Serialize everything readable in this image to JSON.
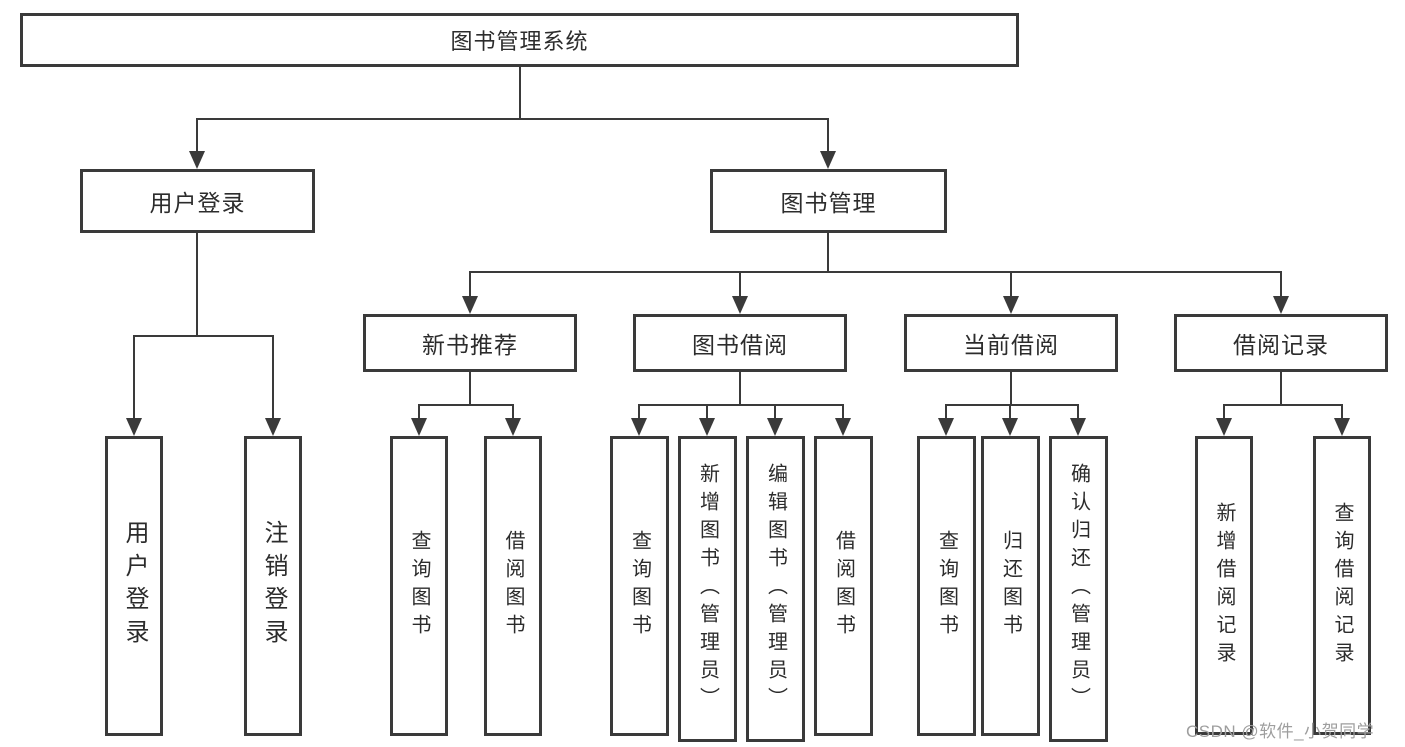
{
  "colors": {
    "line": "#3a3a3a",
    "text": "#2c2c2c",
    "watermark": "#9e9e9e",
    "background": "#ffffff"
  },
  "root": {
    "label": "图书管理系统"
  },
  "level2": [
    {
      "label": "用户登录"
    },
    {
      "label": "图书管理"
    }
  ],
  "level3": [
    {
      "label": "新书推荐"
    },
    {
      "label": "图书借阅"
    },
    {
      "label": "当前借阅"
    },
    {
      "label": "借阅记录"
    }
  ],
  "leaves": {
    "user": [
      "用户登录",
      "注销登录"
    ],
    "recommend": [
      "查询图书",
      "借阅图书"
    ],
    "borrow": [
      "查询图书",
      "新增图书（管理员）",
      "编辑图书（管理员）",
      "借阅图书"
    ],
    "current": [
      "查询图书",
      "归还图书",
      "确认归还（管理员）"
    ],
    "records": [
      "新增借阅记录",
      "查询借阅记录"
    ]
  },
  "watermark": "CSDN @软件_小贺同学"
}
